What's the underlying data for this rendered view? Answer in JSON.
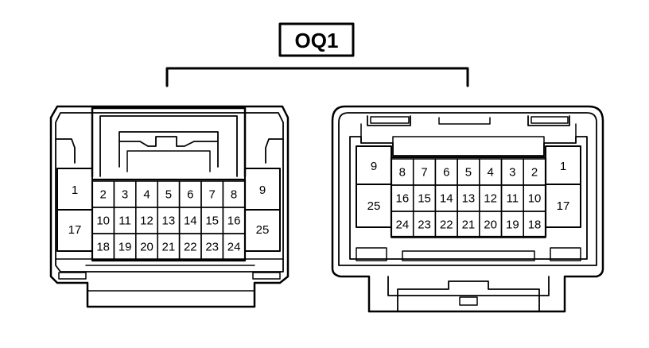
{
  "connector_id": "OQ1",
  "male_connector": {
    "rows": [
      [
        "2",
        "3",
        "4",
        "5",
        "6",
        "7",
        "8"
      ],
      [
        "10",
        "11",
        "12",
        "13",
        "14",
        "15",
        "16"
      ],
      [
        "18",
        "19",
        "20",
        "21",
        "22",
        "23",
        "24"
      ]
    ],
    "left_pins": [
      "1",
      "17"
    ],
    "right_pins": [
      "9",
      "25"
    ]
  },
  "female_connector": {
    "rows": [
      [
        "8",
        "7",
        "6",
        "5",
        "4",
        "3",
        "2"
      ],
      [
        "16",
        "15",
        "14",
        "13",
        "12",
        "11",
        "10"
      ],
      [
        "24",
        "23",
        "22",
        "21",
        "20",
        "19",
        "18"
      ]
    ],
    "left_pins": [
      "9",
      "25"
    ],
    "right_pins": [
      "1",
      "17"
    ]
  }
}
